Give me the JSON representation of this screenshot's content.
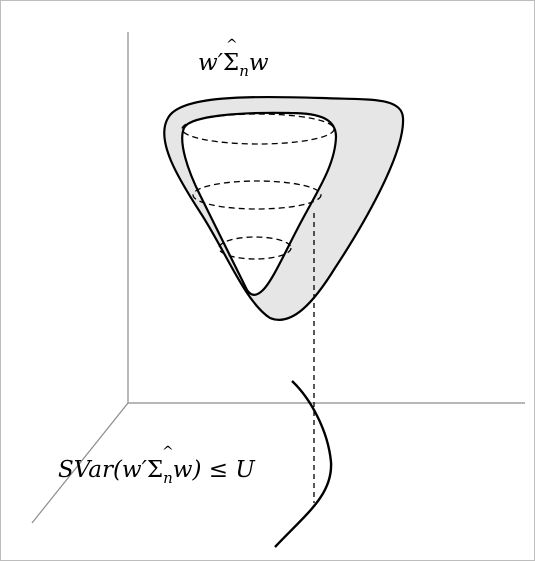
{
  "labels": {
    "top_formula": {
      "w": "w",
      "prime": "′",
      "hat": "^",
      "sigma": "Σ",
      "sub": "n",
      "tail": "w"
    },
    "bottom_formula": {
      "prefix": "SVar(w′",
      "hat": "^",
      "sigma": "Σ",
      "sub": "n",
      "suffix": "w) ≤ U"
    }
  },
  "colors": {
    "axes": "#8c8c8c",
    "outer_fill": "#e6e6e6",
    "stroke": "#000000",
    "background": "#ffffff"
  }
}
